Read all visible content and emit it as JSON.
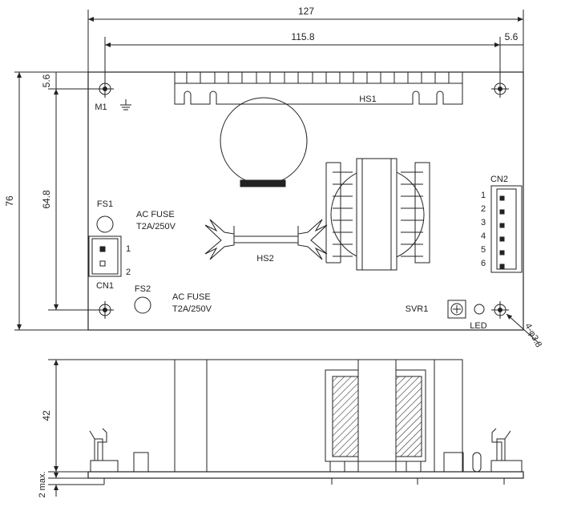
{
  "dimensions": {
    "overall_width": "127",
    "hole_spacing_x": "115.8",
    "edge_offset_x": "5.6",
    "overall_height": "76",
    "hole_spacing_y": "64.8",
    "edge_offset_y": "5.6",
    "component_height": "42",
    "pin_clearance": "2 max.",
    "mount_hole": "4-φ3.8"
  },
  "labels": {
    "m1": "M1",
    "hs1": "HS1",
    "hs2": "HS2",
    "cn1": "CN1",
    "cn2": "CN2",
    "fs1": "FS1",
    "fs2": "FS2",
    "svr1": "SVR1",
    "led": "LED",
    "fuse1_line1": "AC FUSE",
    "fuse1_line2": "T2A/250V",
    "fuse2_line1": "AC FUSE",
    "fuse2_line2": "T2A/250V",
    "cn1_pins": [
      "1",
      "2"
    ],
    "cn2_pins": [
      "1",
      "2",
      "3",
      "4",
      "5",
      "6"
    ]
  }
}
